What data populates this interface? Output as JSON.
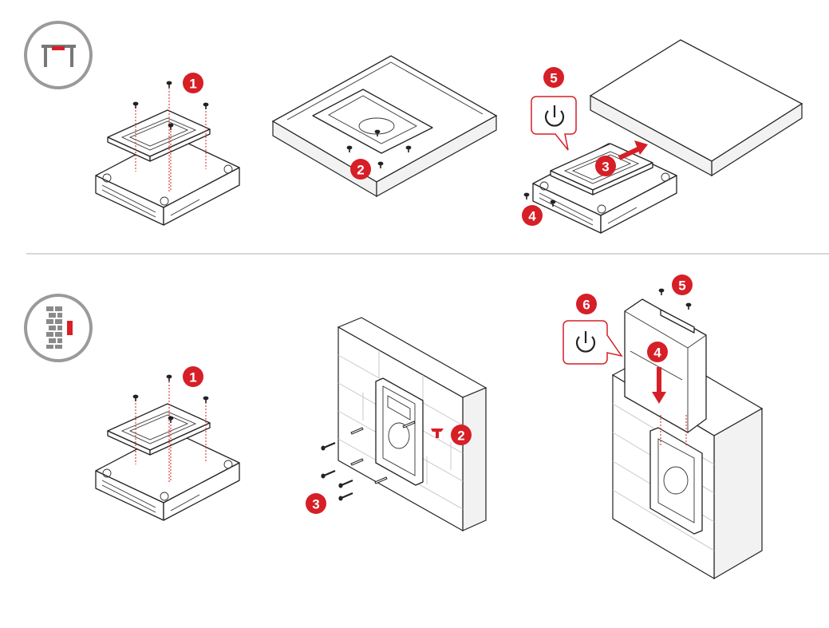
{
  "colors": {
    "accent": "#d61f26",
    "line": "#222222",
    "divider": "#cccccc",
    "icon_ring": "#9a9a9a"
  },
  "sections": [
    {
      "icon": "table-mount-icon",
      "steps": [
        "1",
        "2",
        "3",
        "4",
        "5"
      ],
      "power_icon": "power-icon"
    },
    {
      "icon": "wall-mount-icon",
      "steps": [
        "1",
        "2",
        "3",
        "4",
        "5",
        "6"
      ],
      "power_icon": "power-icon"
    }
  ]
}
